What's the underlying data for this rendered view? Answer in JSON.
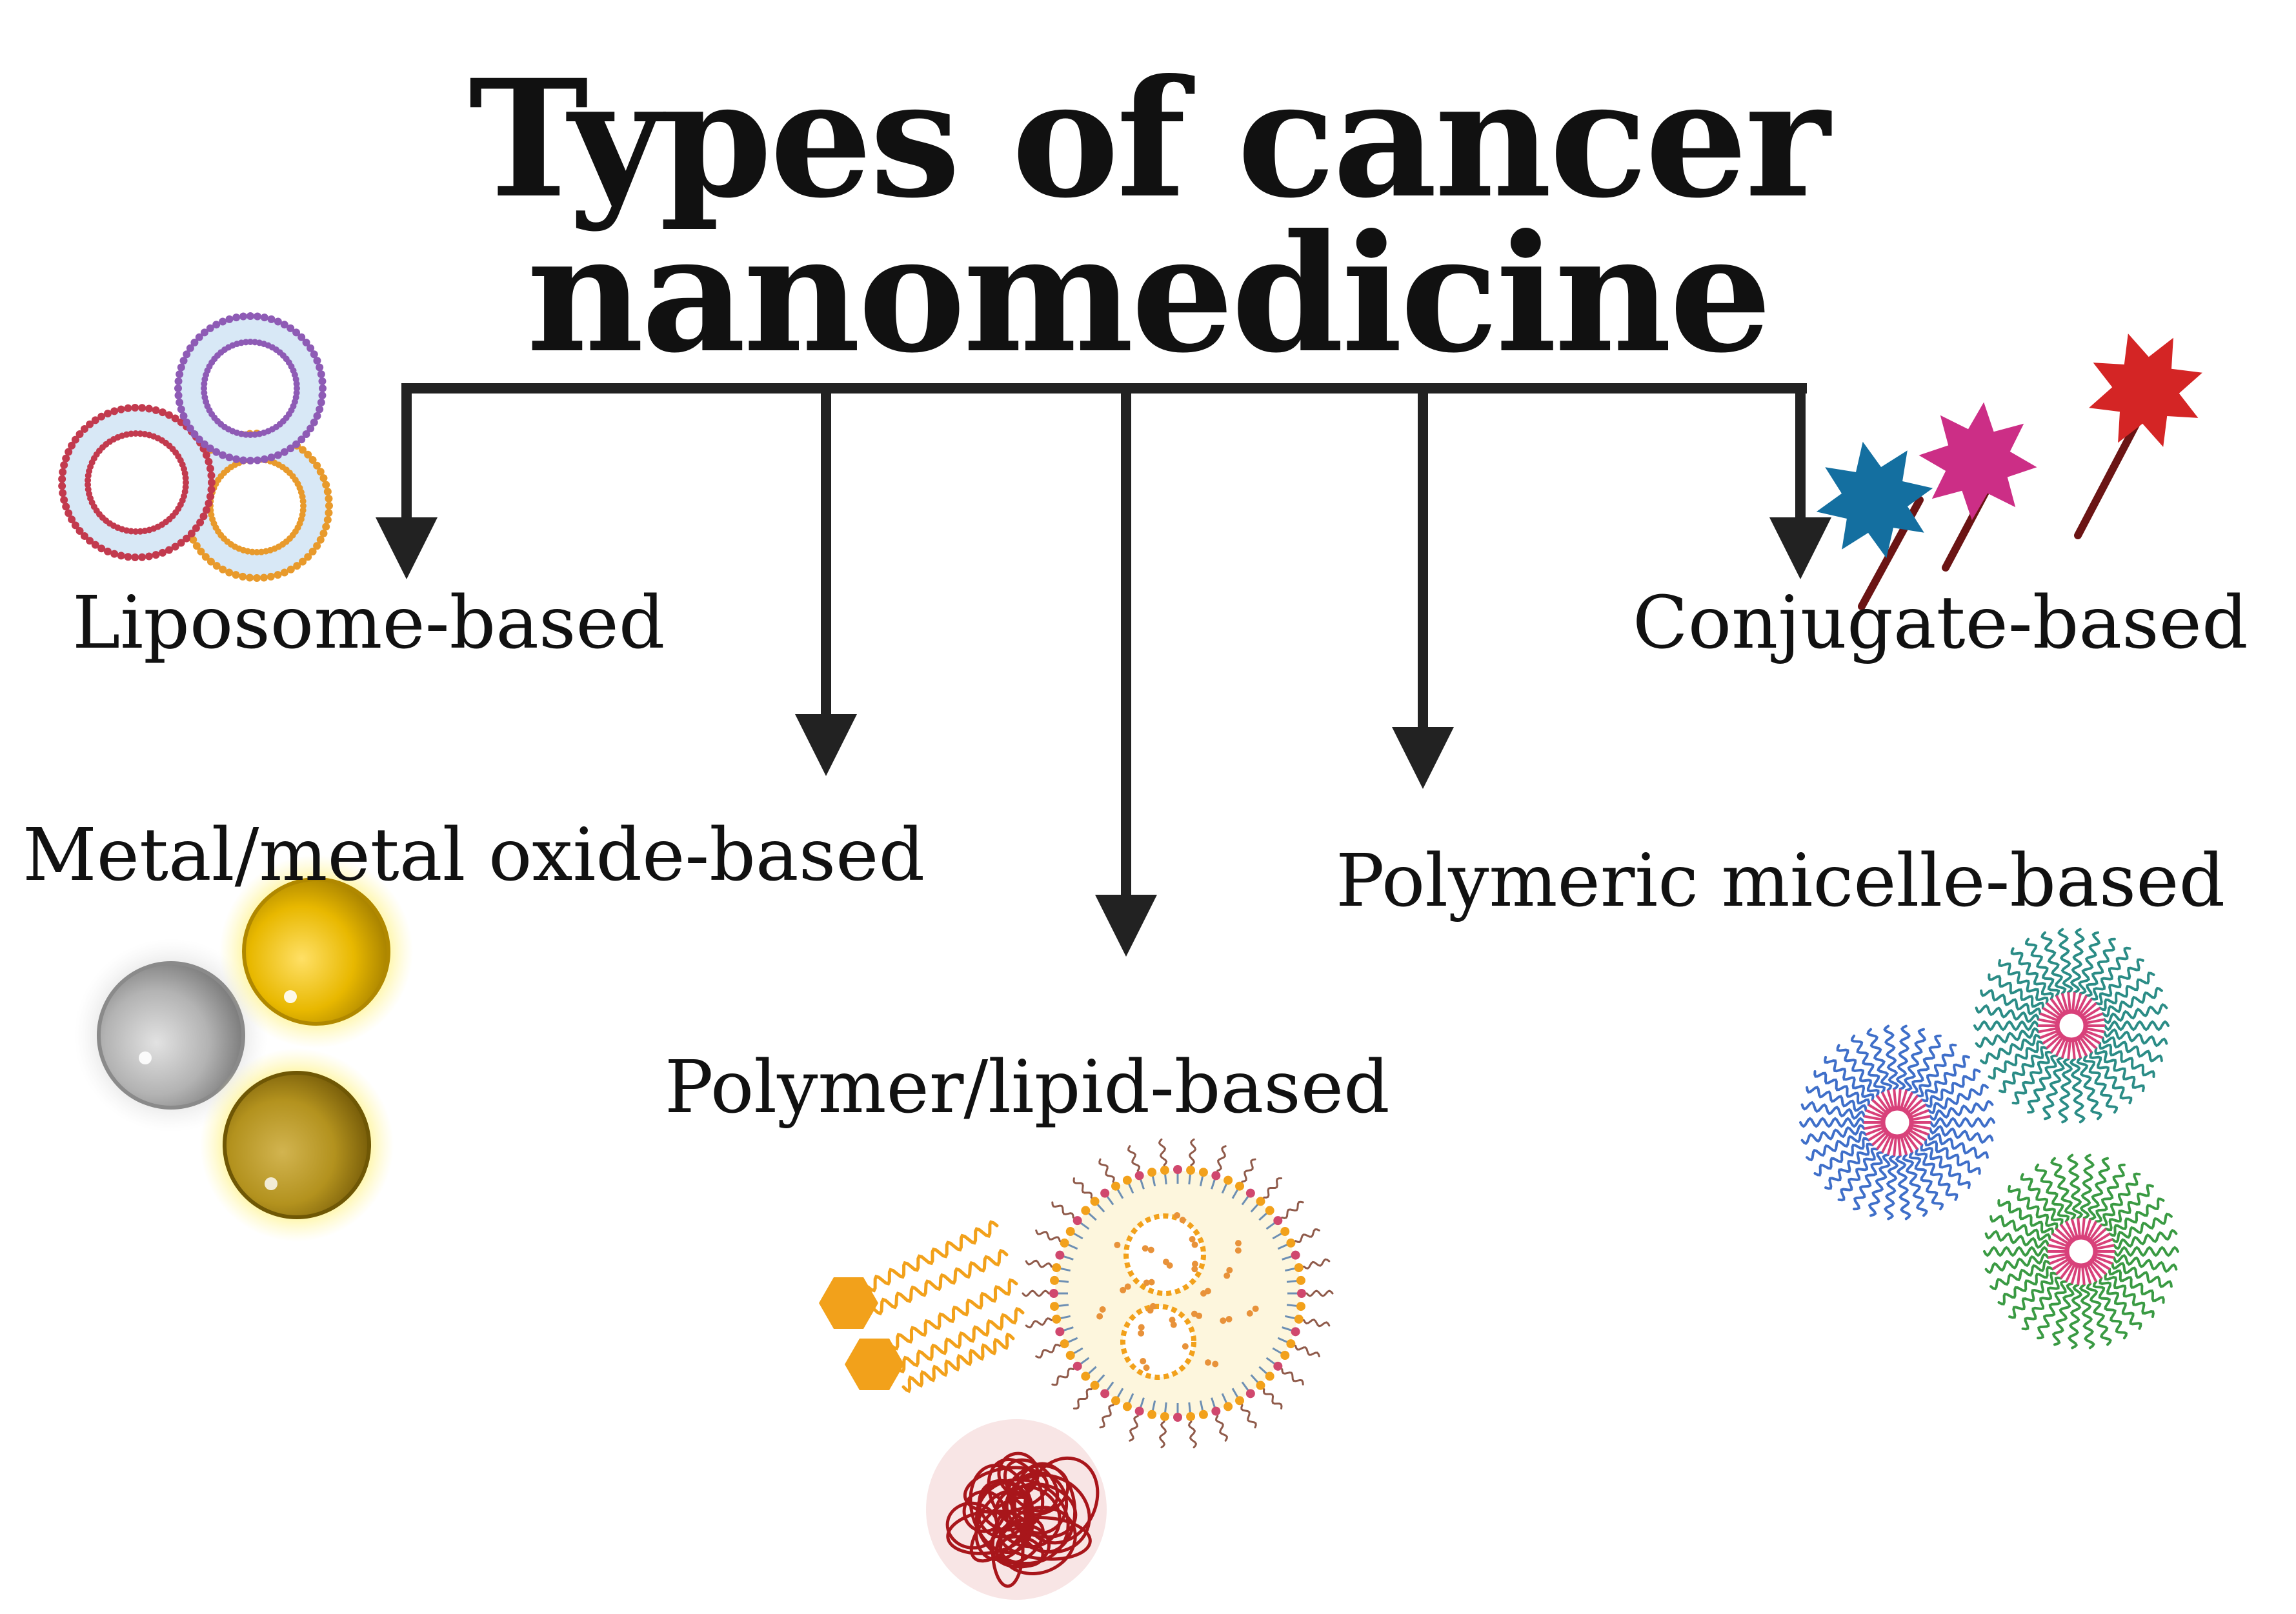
{
  "title": {
    "line1": "Types of cancer",
    "line2": "nanomedicine"
  },
  "categories": [
    {
      "id": "liposome",
      "label": "Liposome-based",
      "icon": "liposome-icon"
    },
    {
      "id": "metal",
      "label": "Metal/metal oxide-based",
      "icon": "metal-nanoparticle-icon"
    },
    {
      "id": "polymer-lipid",
      "label": "Polymer/lipid-based",
      "icon": "polymer-lipid-nanoparticle-icon"
    },
    {
      "id": "micelle",
      "label": "Polymeric micelle-based",
      "icon": "polymeric-micelle-icon"
    },
    {
      "id": "conjugate",
      "label": "Conjugate-based",
      "icon": "drug-conjugate-icon"
    }
  ],
  "colors": {
    "text": "#111111",
    "connector": "#222222",
    "liposome_purple": "#8e5bb5",
    "liposome_red": "#c23a4e",
    "liposome_orange": "#e89a2c",
    "liposome_core": "#d8e8f6",
    "gold": "#e8b800",
    "gold_dark": "#b58f12",
    "silver": "#a9a9a9",
    "lipid_orange": "#f2a11b",
    "polymer_red": "#a8161b",
    "micelle_blue": "#3f6fc9",
    "micelle_teal": "#2b8c86",
    "micelle_green": "#3a9a43",
    "micelle_core": "#d8417a",
    "star_blue": "#146fa0",
    "star_pink": "#cc2e86",
    "star_red": "#d42525",
    "linker": "#6b1414"
  }
}
